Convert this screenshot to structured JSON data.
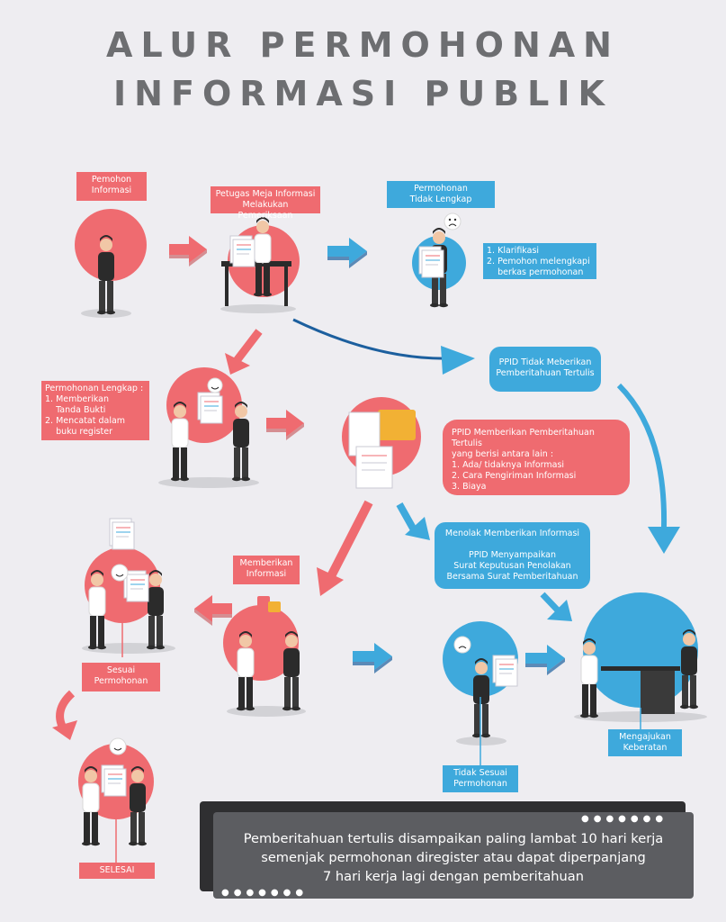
{
  "title": {
    "line1": "ALUR PERMOHONAN",
    "line2": "INFORMASI PUBLIK"
  },
  "steps": {
    "pemohon": "Pemohon\nInformasi",
    "petugas": "Petugas Meja Informasi\nMelakukan Pemeriksaan",
    "tidak_lengkap_title": "Permohonan\nTidak Lengkap",
    "tidak_lengkap_items": "1. Klarifikasi\n2. Pemohon melengkapi\n    berkas permohonan",
    "ppid_tidak": "PPID Tidak Meberikan\nPemberitahuan Tertulis",
    "lengkap": "Permohonan Lengkap :\n1. Memberikan\n    Tanda Bukti\n2. Mencatat dalam\n    buku register",
    "ppid_memberikan": "PPID Memberikan Pemberitahuan Tertulis\nyang berisi antara lain :\n1. Ada/ tidaknya Informasi\n2. Cara Pengiriman Informasi\n3. Biaya",
    "menolak": "Menolak Memberikan Informasi\n\nPPID Menyampaikan\nSurat Keputusan Penolakan\nBersama Surat Pemberitahuan",
    "memberikan_informasi": "Memberikan\nInformasi",
    "sesuai": "Sesuai\nPermohonan",
    "tidak_sesuai": "Tidak Sesuai\nPermohonan",
    "keberatan": "Mengajukan\nKeberatan",
    "selesai": "SELESAI"
  },
  "note": "Pemberitahuan tertulis disampaikan paling lambat 10 hari kerja\nsemenjak permohonan diregister atau dapat diperpanjang\n7 hari kerja lagi dengan pemberitahuan",
  "colors": {
    "red": "#ef6b70",
    "blue": "#3ea9dc",
    "dark": "#5c5d61",
    "title": "#6d6e71"
  }
}
